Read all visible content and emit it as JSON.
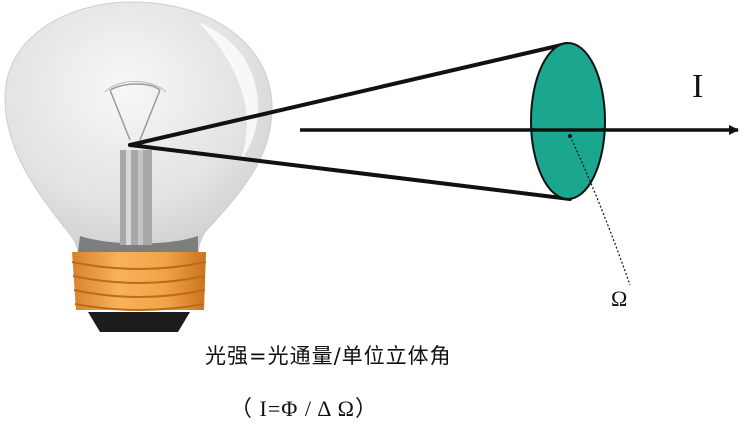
{
  "diagram": {
    "intensity_symbol": "I",
    "solid_angle_symbol": "Ω",
    "formula_text": "光强=光通量/单位立体角",
    "formula_symbolic": "（ I=Φ / Δ Ω）"
  },
  "colors": {
    "cone_ellipse_fill": "#1aa68f",
    "base_orange": "#f0a040",
    "glass": "#e6e6e6"
  }
}
